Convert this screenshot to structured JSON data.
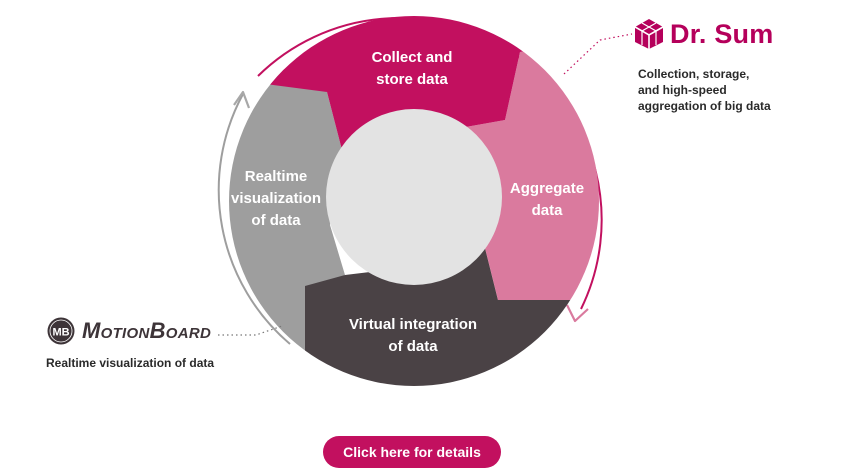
{
  "cycle": {
    "segments": [
      {
        "id": "collect",
        "lines": [
          "Collect and",
          "store data"
        ],
        "color": "#c2105f"
      },
      {
        "id": "aggregate",
        "lines": [
          "Aggregate",
          "data"
        ],
        "color": "#da7a9e"
      },
      {
        "id": "virtual",
        "lines": [
          "Virtual integration",
          "of data"
        ],
        "color": "#4a4245"
      },
      {
        "id": "realtime",
        "lines": [
          "Realtime",
          "visualization",
          "of data"
        ],
        "color": "#9e9e9e"
      }
    ],
    "center_color": "#e3e3e3",
    "arrow_pink": "#c2105f",
    "arrow_gray": "#9e9e9e"
  },
  "drsum": {
    "name": "Dr. Sum",
    "description": [
      "Collection, storage,",
      "and high-speed",
      "aggregation of big data"
    ],
    "color": "#b5005b",
    "icon": "cube-icon"
  },
  "motionboard": {
    "badge": "MB",
    "name": "MotionBoard",
    "description": "Realtime visualization of data",
    "icon": "mb-logo-icon"
  },
  "cta": {
    "label": "Click here for details"
  }
}
